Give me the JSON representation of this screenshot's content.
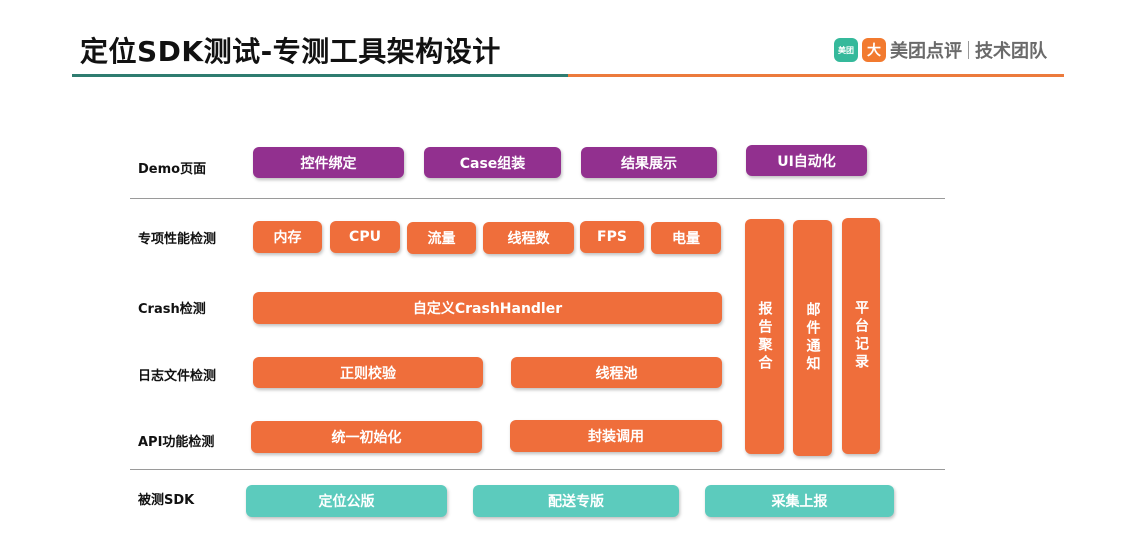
{
  "header": {
    "title": "定位SDK测试-专测工具架构设计",
    "logo": {
      "badge1": "美团",
      "badge2": "大",
      "brand": "美团点评",
      "team": "技术团队"
    }
  },
  "rows": {
    "demo": {
      "label": "Demo页面",
      "items": [
        "控件绑定",
        "Case组装",
        "结果展示",
        "UI自动化"
      ]
    },
    "perf": {
      "label": "专项性能检测",
      "items": [
        "内存",
        "CPU",
        "流量",
        "线程数",
        "FPS",
        "电量"
      ]
    },
    "crash": {
      "label": "Crash检测",
      "items": [
        "自定义CrashHandler"
      ]
    },
    "log": {
      "label": "日志文件检测",
      "items": [
        "正则校验",
        "线程池"
      ]
    },
    "api": {
      "label": "API功能检测",
      "items": [
        "统一初始化",
        "封装调用"
      ]
    },
    "sdk": {
      "label": "被测SDK",
      "items": [
        "定位公版",
        "配送专版",
        "采集上报"
      ]
    }
  },
  "side": [
    "报告聚合",
    "邮件通知",
    "平台记录"
  ],
  "colors": {
    "purple": "#92308f",
    "orange": "#ef6e3b",
    "teal": "#5ccbbd",
    "rule_green": "#2f7c70",
    "rule_orange": "#ec7a3c"
  }
}
